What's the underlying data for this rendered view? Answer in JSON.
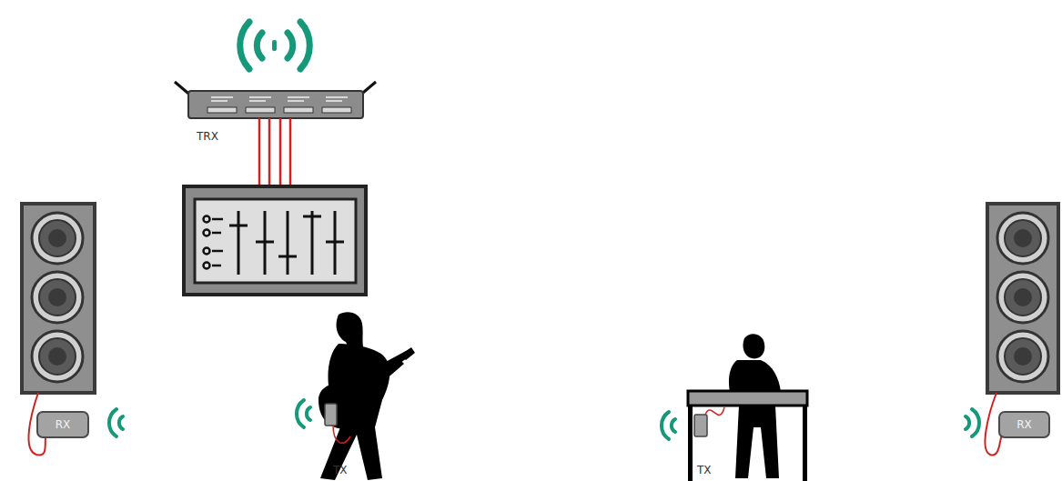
{
  "diagram": {
    "nodes": [
      {
        "text": [
          "RX"
        ]
      },
      {
        "text": [
          "RX"
        ]
      }
    ],
    "labels": [
      "TRX",
      "TX",
      "TX"
    ]
  }
}
